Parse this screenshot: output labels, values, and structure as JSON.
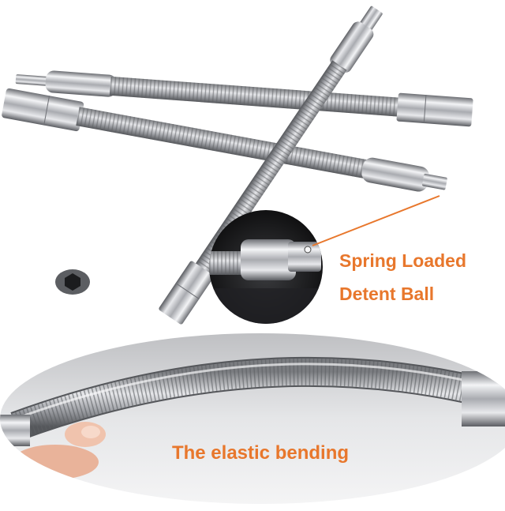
{
  "callout": {
    "line1": "Spring Loaded",
    "line2": "Detent Ball"
  },
  "caption": "The elastic bending",
  "colors": {
    "label_text": "#e8772c",
    "leader_line": "#e8772c",
    "background": "#ffffff",
    "chrome_dark": "#7d7f84",
    "chrome_light": "#f4f5f7"
  },
  "icons": {
    "product": "flexible-socket-extension-bar",
    "zoom_detail": "detent-ball-closeup",
    "bending_detail": "spring-bending-closeup"
  }
}
